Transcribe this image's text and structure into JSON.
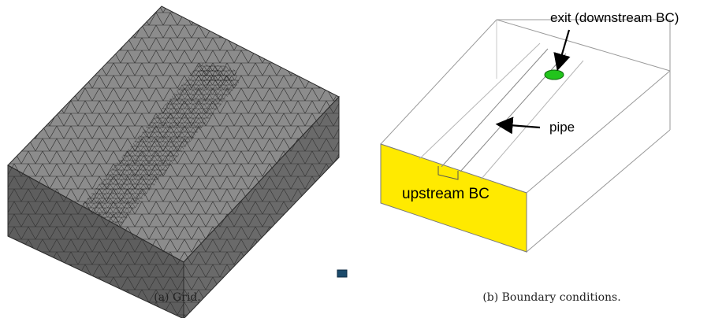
{
  "figure": {
    "panel_a": {
      "caption": "(a) Grid."
    },
    "panel_b": {
      "caption": "(b) Boundary conditions.",
      "labels": {
        "exit": "exit (downstream BC)",
        "pipe": "pipe",
        "upstream": "upstream BC"
      }
    }
  },
  "colors": {
    "mesh_top": "#8c8c8c",
    "mesh_side": "#5e5e5e",
    "mesh_line": "#2a2a2a",
    "upstream_face": "#ffea00",
    "exit_marker": "#22c41c",
    "outline": "#9a9a9a"
  }
}
